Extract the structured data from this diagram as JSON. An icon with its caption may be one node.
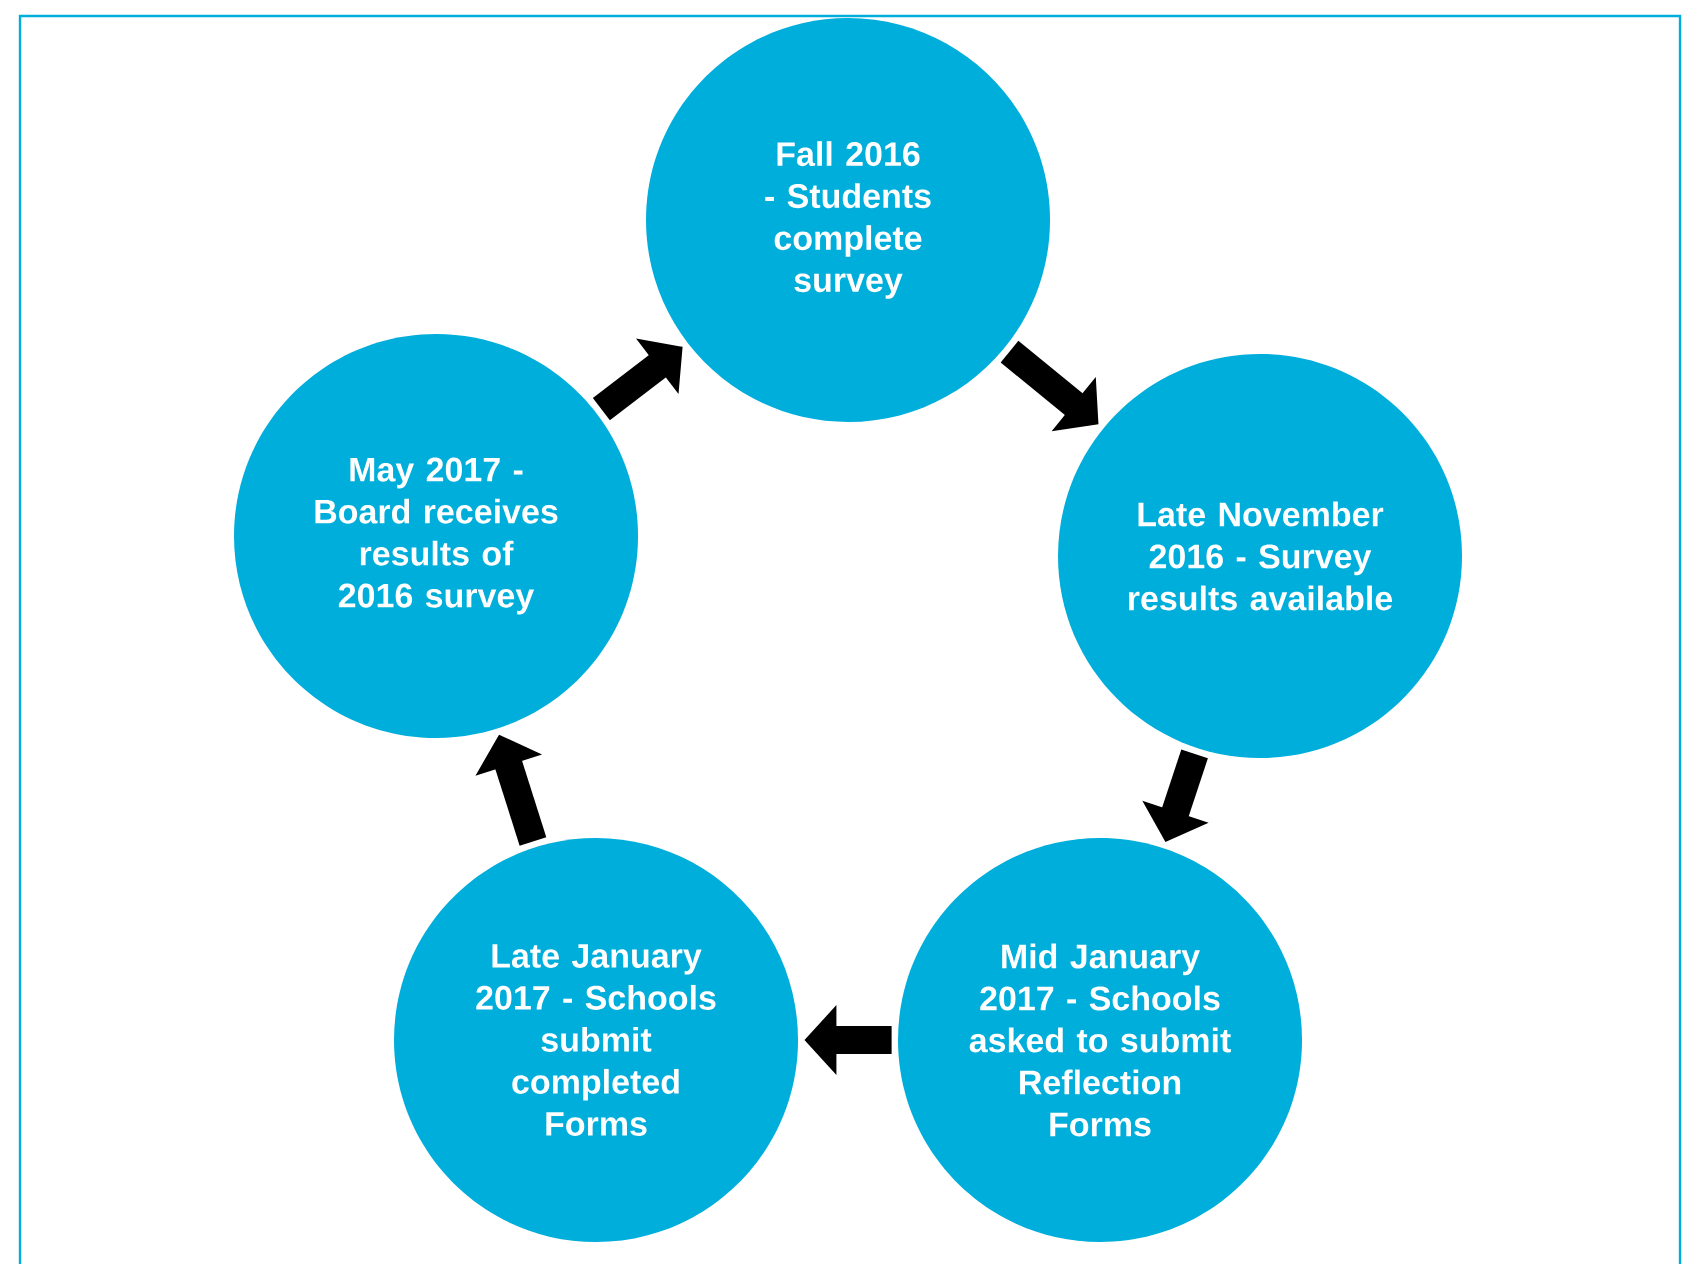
{
  "diagram": {
    "nodes": [
      {
        "text": [
          "Fall 2016 - Students complete survey"
        ]
      },
      {
        "text": [
          "Late November 2016 - Survey results available"
        ]
      },
      {
        "text": [
          "Mid January 2017 - Schools asked to submit Reflection Forms"
        ]
      },
      {
        "text": [
          "Late January 2017 - Schools submit completed Forms"
        ]
      },
      {
        "text": [
          "May 2017 - Board receives results of 2016 survey"
        ]
      }
    ],
    "edges": [
      {
        "from": 0,
        "to": 1,
        "arrow": "to"
      },
      {
        "from": 1,
        "to": 2,
        "arrow": "to"
      },
      {
        "from": 2,
        "to": 3,
        "arrow": "to"
      },
      {
        "from": 3,
        "to": 4,
        "arrow": "to"
      },
      {
        "from": 4,
        "to": 0,
        "arrow": "to"
      }
    ]
  }
}
